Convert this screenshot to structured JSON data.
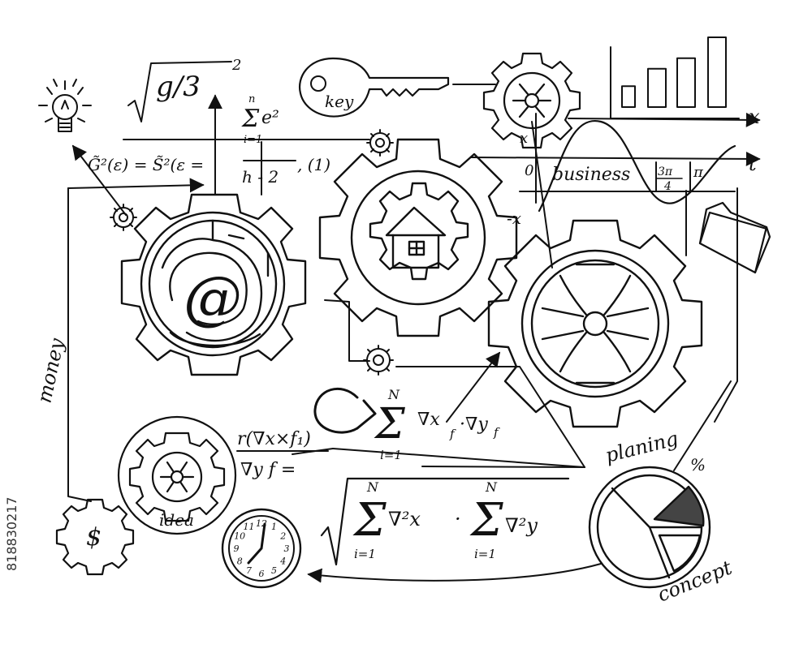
{
  "labels": {
    "sqrt_frac": "g/3",
    "sqrt_exp": "2",
    "key": "key",
    "sum_top": "n",
    "sum_bottom": "i=1",
    "sum_term": "e²",
    "eq_left": "G̃²(ε) = S̃²(ε =",
    "eq_den": "h - 2",
    "eq_tail": ", (1)",
    "axis_x": "x",
    "axis_minus_x": "-x",
    "axis_t": "t",
    "axis_zero": "0",
    "business": "business",
    "frac_num": "3π",
    "frac_den": "4",
    "pi": "π",
    "money": "money",
    "planing": "planing",
    "percent": "%",
    "concept": "concept",
    "idea": "idea",
    "dollar": "$",
    "f_num": "r(∇x×f₁)",
    "f_lhs": "∇y f =",
    "bigsum_N": "N",
    "bigsum_i": "i=1",
    "bigsum_term": "∇x",
    "bigsum_sub1": "f",
    "bigsum_dot": "·∇y",
    "bigsum_sub2": "f",
    "root_term1": "∇²x",
    "root_term2": "∇²y",
    "root_dot": "·",
    "watermark_id": "818830217",
    "clock_numbers": [
      "12",
      "1",
      "2",
      "3",
      "4",
      "5",
      "6",
      "7",
      "8",
      "9",
      "10",
      "11"
    ]
  },
  "bar_chart": {
    "values": [
      0.3,
      0.55,
      0.7,
      1.0
    ]
  },
  "colors": {
    "ink": "#111111",
    "paper": "#ffffff"
  }
}
